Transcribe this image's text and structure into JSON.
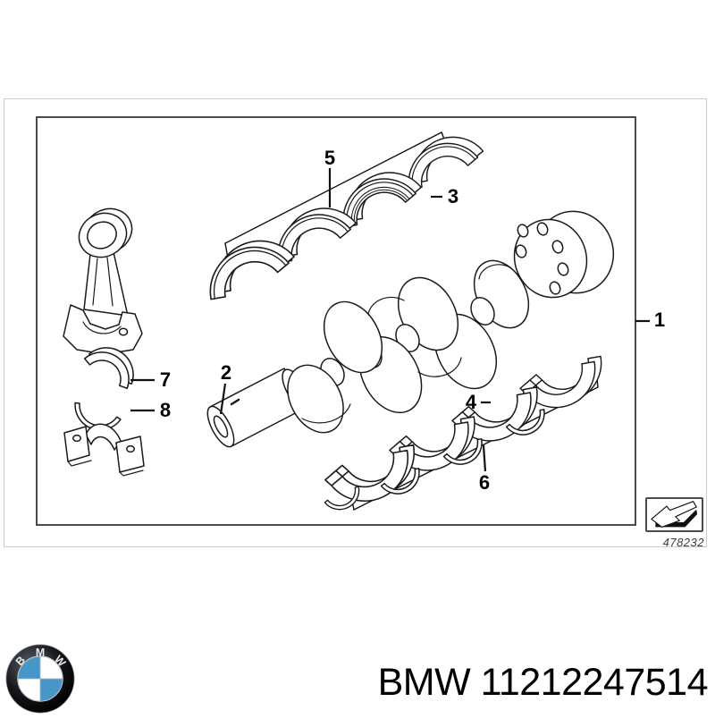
{
  "diagram": {
    "image_code": "478232",
    "callouts": [
      {
        "label": "1"
      },
      {
        "label": "2"
      },
      {
        "label": "3"
      },
      {
        "label": "4"
      },
      {
        "label": "5"
      },
      {
        "label": "6"
      },
      {
        "label": "7"
      },
      {
        "label": "8"
      }
    ]
  },
  "footer": {
    "brand": "BMW",
    "part_number": "11212247514",
    "logo_letters": [
      "B",
      "M",
      "W"
    ]
  },
  "colors": {
    "line": "#1a1a1a",
    "inner_frame_border": "#4a4a4a",
    "outer_frame_border": "#cbcbcb",
    "logo_blue": "#4796c8",
    "text": "#000000",
    "image_code_text": "#3c3c3c"
  }
}
